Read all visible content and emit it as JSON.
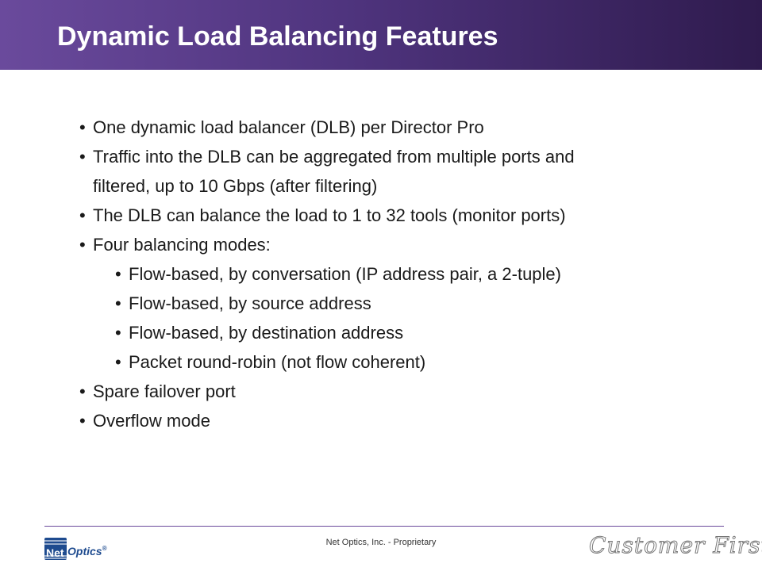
{
  "slide": {
    "title": "Dynamic Load Balancing Features",
    "bullets": [
      {
        "level": 1,
        "text": "One dynamic load balancer (DLB) per Director Pro"
      },
      {
        "level": 1,
        "text": "Traffic into the DLB can be aggregated from multiple ports and"
      },
      {
        "level": 1,
        "text": "filtered, up to 10 Gbps (after filtering)",
        "continuation": true
      },
      {
        "level": 1,
        "text": "The DLB can balance the load to 1 to 32 tools (monitor ports)"
      },
      {
        "level": 1,
        "text": "Four balancing modes:"
      },
      {
        "level": 2,
        "text": "Flow-based, by conversation (IP address pair, a 2-tuple)"
      },
      {
        "level": 2,
        "text": "Flow-based, by source address"
      },
      {
        "level": 2,
        "text": "Flow-based, by destination address"
      },
      {
        "level": 2,
        "text": "Packet round-robin (not flow coherent)"
      },
      {
        "level": 1,
        "text": "Spare failover port"
      },
      {
        "level": 1,
        "text": "Overflow mode"
      }
    ],
    "bullet_symbol": "•"
  },
  "footer": {
    "logo_net": "Net",
    "logo_optics": "Optics",
    "logo_reg": "®",
    "center_text": "Net Optics, Inc. - Proprietary",
    "tagline": "Customer First!"
  },
  "colors": {
    "title_bar_start": "#6a4a9c",
    "title_bar_end": "#2f1b4e",
    "logo_blue": "#1e4b8f"
  }
}
